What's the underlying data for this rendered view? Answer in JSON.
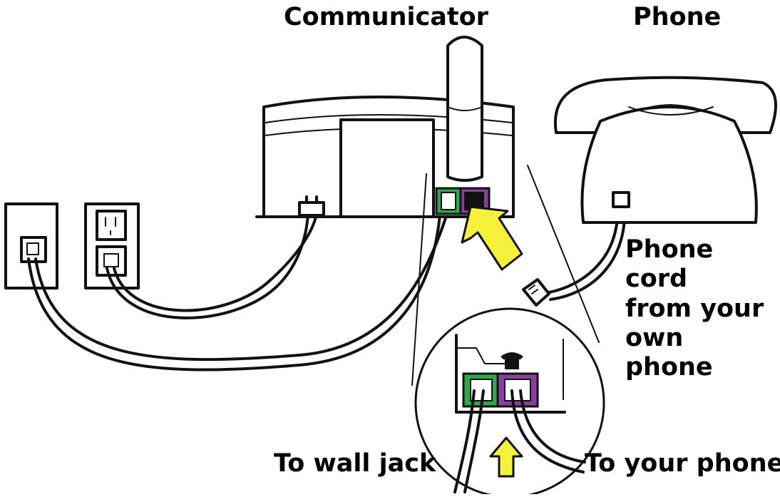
{
  "labels": {
    "communicator": "Communicator",
    "phone": "Phone",
    "phone_cord_lines": [
      "Phone cord",
      "from your",
      "own phone"
    ],
    "to_wall_jack": "To wall jack",
    "to_your_phone": "To your phone"
  },
  "colors": {
    "line_port": "#2fa84a",
    "phone_port": "#8a3fa0",
    "arrow": "#f5f03a",
    "ink": "#111111"
  }
}
